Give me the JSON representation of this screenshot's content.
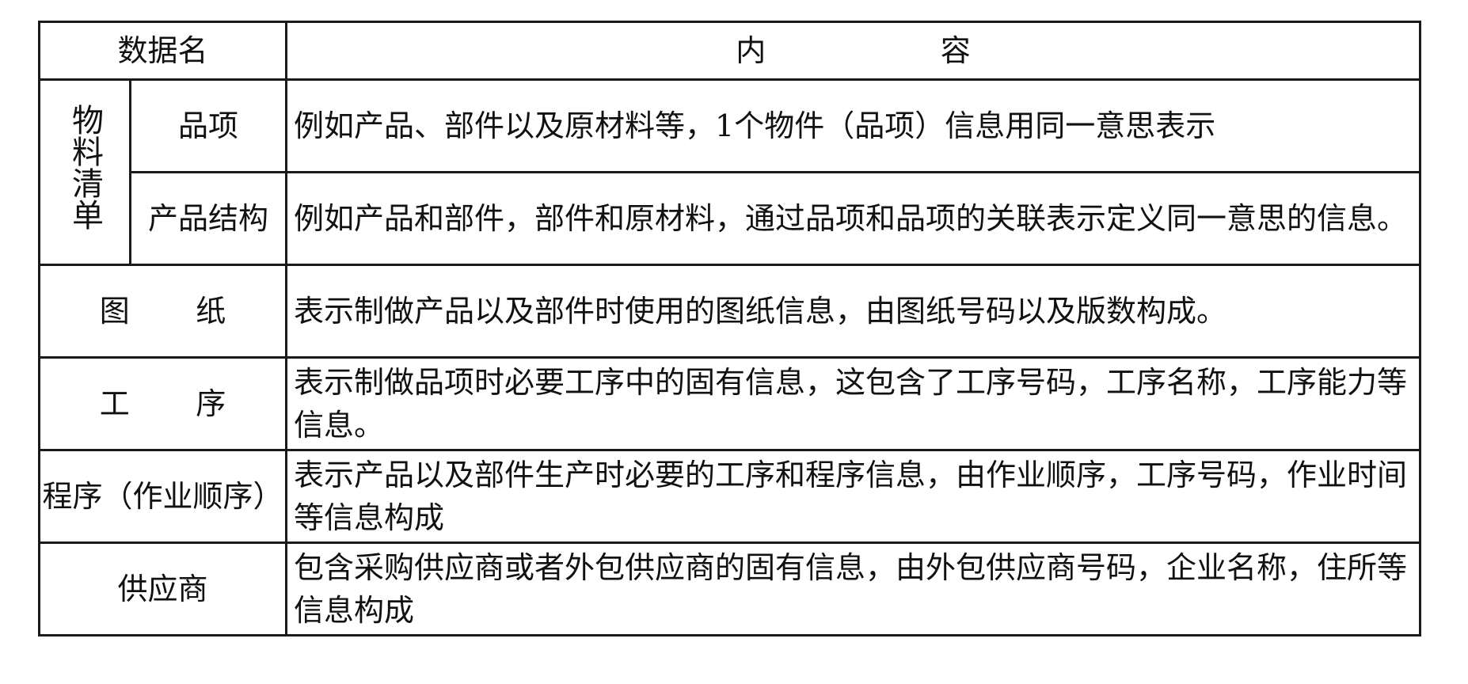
{
  "header": {
    "name_label": "数据名",
    "content_label": "内容"
  },
  "rows": [
    {
      "group": "物料清单",
      "name": "品项",
      "content": "例如产品、部件以及原材料等，1个物件（品项）信息用同一意思表示"
    },
    {
      "name": "产品结构",
      "content": "例如产品和部件，部件和原材料，通过品项和品项的关联表示定义同一意思的信息。"
    },
    {
      "name": "图纸",
      "content": "表示制做产品以及部件时使用的图纸信息，由图纸号码以及版数构成。"
    },
    {
      "name": "工序",
      "content": "表示制做品项时必要工序中的固有信息，这包含了工序号码，工序名称，工序能力等信息。"
    },
    {
      "name": "程序（作业顺序）",
      "content": "表示产品以及部件生产时必要的工序和程序信息，由作业顺序，工序号码，作业时间等信息构成"
    },
    {
      "name": "供应商",
      "content": "包含采购供应商或者外包供应商的固有信息，由外包供应商号码，企业名称，住所等信息构成"
    }
  ]
}
